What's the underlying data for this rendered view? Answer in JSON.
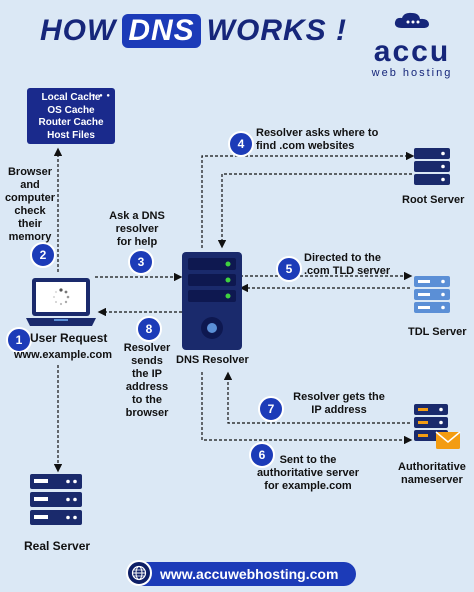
{
  "title": {
    "pre": "HOW",
    "highlight": "DNS",
    "post": "WORKS !"
  },
  "logo": {
    "brand": "accu",
    "tagline": "web hosting"
  },
  "cache": {
    "lines": [
      "Local Cache",
      "OS Cache",
      "Router Cache",
      "Host Files"
    ]
  },
  "labels": {
    "browser_check": [
      "Browser",
      "and",
      "computer",
      "check",
      "their",
      "memory"
    ],
    "ask_dns": [
      "Ask a DNS",
      "resolver",
      "for help"
    ],
    "user_request": "User Request",
    "user_url": "www.example.com",
    "real_server": "Real Server",
    "dns_resolver": "DNS Resolver",
    "step4": [
      "Resolver asks where to",
      "find .com websites"
    ],
    "root_server": "Root Server",
    "step5": [
      "Directed to the",
      ".com TLD server"
    ],
    "tdl_server": "TDL Server",
    "step8": [
      "Resolver",
      "sends",
      "the IP",
      "address",
      "to the",
      "browser"
    ],
    "step7": [
      "Resolver gets the",
      "IP address"
    ],
    "step6": [
      "Sent to the",
      "authoritative server",
      "for example.com"
    ],
    "auth_ns": [
      "Authoritative",
      "nameserver"
    ]
  },
  "steps": {
    "s1": "1",
    "s2": "2",
    "s3": "3",
    "s4": "4",
    "s5": "5",
    "s6": "6",
    "s7": "7",
    "s8": "8"
  },
  "footer": {
    "url": "www.accuwebhosting.com",
    "icon": "globe-icon"
  },
  "colors": {
    "primary": "#1c3bb8",
    "dark": "#16267a",
    "server_dark": "#1a2a6c",
    "server_light": "#5b8fd6",
    "led_green": "#3fd13f"
  }
}
